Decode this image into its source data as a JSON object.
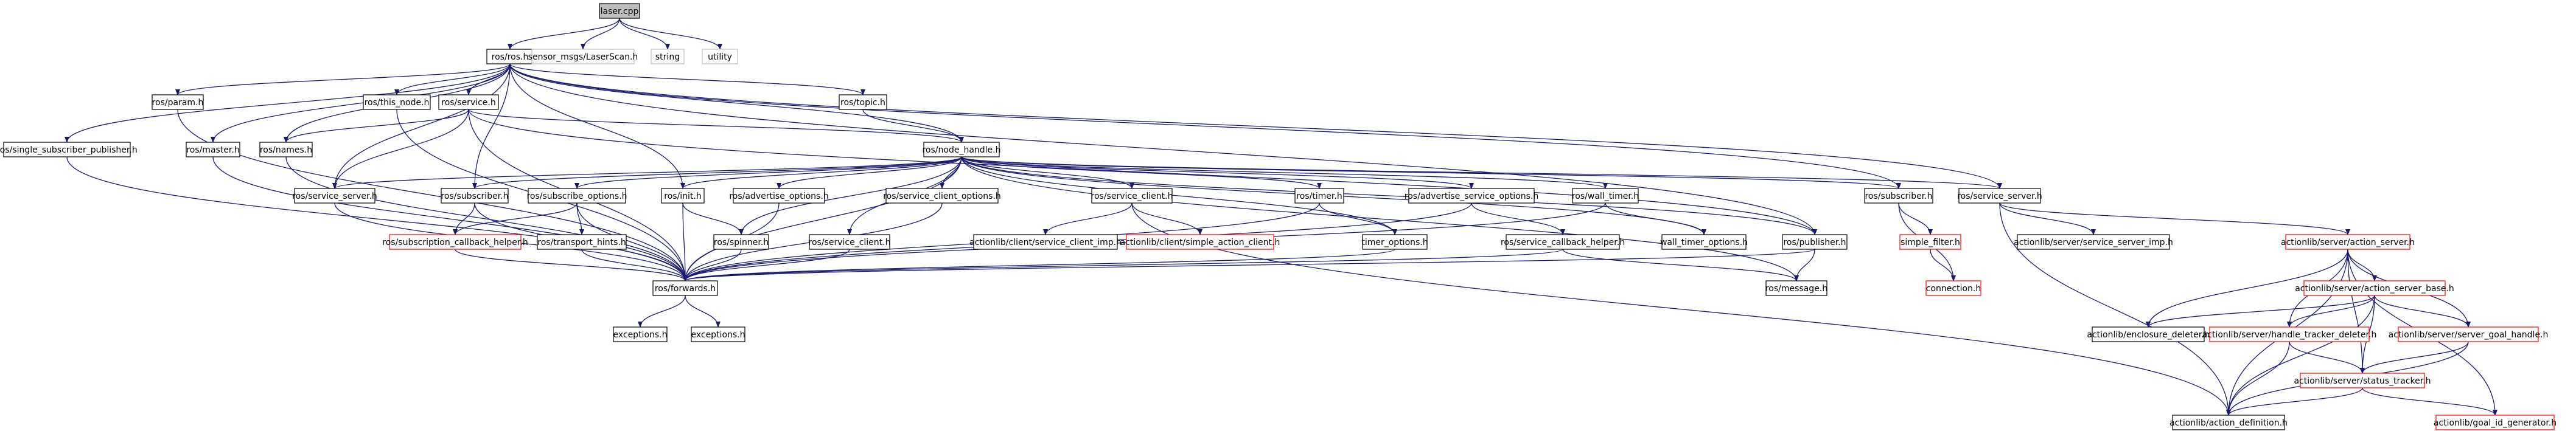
{
  "colors": {
    "edge": "#191970",
    "border_normal": "#000000",
    "border_truncated": "#ff0000",
    "border_plain": "#bfbfbf",
    "text": "#000000",
    "root_fill": "#bfbfbf",
    "fill": "#ffffff"
  },
  "nodes": [
    {
      "id": "laser_cpp",
      "label": "laser.cpp",
      "style": "root"
    },
    {
      "id": "ros_ros_h",
      "label": "ros/ros.h",
      "style": "normal"
    },
    {
      "id": "sensor_msgs_laserscan_h",
      "label": "sensor_msgs/LaserScan.h",
      "style": "plain"
    },
    {
      "id": "string",
      "label": "string",
      "style": "plain"
    },
    {
      "id": "utility",
      "label": "utility",
      "style": "plain"
    },
    {
      "id": "ros_single_subscriber_publisher_h",
      "label": "ros/single_subscriber_publisher.h",
      "style": "normal"
    },
    {
      "id": "ros_param_h",
      "label": "ros/param.h",
      "style": "normal"
    },
    {
      "id": "ros_master_h",
      "label": "ros/master.h",
      "style": "normal"
    },
    {
      "id": "ros_this_node_h",
      "label": "ros/this_node.h",
      "style": "normal"
    },
    {
      "id": "ros_service_h",
      "label": "ros/service.h",
      "style": "normal"
    },
    {
      "id": "ros_names_h",
      "label": "ros/names.h",
      "style": "normal"
    },
    {
      "id": "ros_topic_h",
      "label": "ros/topic.h",
      "style": "normal"
    },
    {
      "id": "ros_node_handle_h",
      "label": "ros/node_handle.h",
      "style": "normal"
    },
    {
      "id": "ros_service_server_h_a",
      "label": "ros/service_server.h",
      "style": "normal"
    },
    {
      "id": "ros_subscriber_h_a",
      "label": "ros/subscriber.h",
      "style": "normal"
    },
    {
      "id": "ros_subscribe_options_h",
      "label": "ros/subscribe_options.h",
      "style": "normal"
    },
    {
      "id": "ros_init_h",
      "label": "ros/init.h",
      "style": "normal"
    },
    {
      "id": "ros_advertise_options_h",
      "label": "ros/advertise_options.h",
      "style": "normal"
    },
    {
      "id": "ros_service_client_options_h",
      "label": "ros/service_client_options.h",
      "style": "normal"
    },
    {
      "id": "ros_service_client_h_a",
      "label": "ros/service_client.h",
      "style": "normal"
    },
    {
      "id": "ros_timer_h",
      "label": "ros/timer.h",
      "style": "normal"
    },
    {
      "id": "ros_advertise_service_options_h",
      "label": "ros/advertise_service_options.h",
      "style": "normal"
    },
    {
      "id": "ros_wall_timer_h",
      "label": "ros/wall_timer.h",
      "style": "normal"
    },
    {
      "id": "ros_subscriber_h_b",
      "label": "ros/subscriber.h",
      "style": "normal"
    },
    {
      "id": "ros_service_server_h_b",
      "label": "ros/service_server.h",
      "style": "normal"
    },
    {
      "id": "ros_subscription_callback_helper_h",
      "label": "ros/subscription_callback_helper.h",
      "style": "truncated"
    },
    {
      "id": "ros_transport_hints_h",
      "label": "ros/transport_hints.h",
      "style": "normal"
    },
    {
      "id": "ros_spinner_h",
      "label": "ros/spinner.h",
      "style": "normal"
    },
    {
      "id": "ros_service_client_h_b",
      "label": "ros/service_client.h",
      "style": "normal"
    },
    {
      "id": "actionlib_client_service_client_imp_h",
      "label": "actionlib/client/service_client_imp.h",
      "style": "normal"
    },
    {
      "id": "actionlib_client_simple_action_client_h",
      "label": "actionlib/client/simple_action_client.h",
      "style": "truncated"
    },
    {
      "id": "timer_options_h",
      "label": "timer_options.h",
      "style": "normal"
    },
    {
      "id": "ros_service_callback_helper_h",
      "label": "ros/service_callback_helper.h",
      "style": "normal"
    },
    {
      "id": "wall_timer_options_h",
      "label": "wall_timer_options.h",
      "style": "normal"
    },
    {
      "id": "ros_publisher_h",
      "label": "ros/publisher.h",
      "style": "normal"
    },
    {
      "id": "simple_filter_h",
      "label": "simple_filter.h",
      "style": "truncated"
    },
    {
      "id": "connection_h",
      "label": "connection.h",
      "style": "truncated"
    },
    {
      "id": "actionlib_server_service_server_imp_h",
      "label": "actionlib/server/service_server_imp.h",
      "style": "normal"
    },
    {
      "id": "actionlib_server_action_server_h",
      "label": "actionlib/server/action_server.h",
      "style": "truncated"
    },
    {
      "id": "actionlib_server_action_server_base_h",
      "label": "actionlib/server/action_server_base.h",
      "style": "truncated"
    },
    {
      "id": "actionlib_enclosure_deleter_h",
      "label": "actionlib/enclosure_deleter.h",
      "style": "normal"
    },
    {
      "id": "actionlib_server_handle_tracker_deleter_h",
      "label": "actionlib/server/handle_tracker_deleter.h",
      "style": "truncated"
    },
    {
      "id": "actionlib_server_server_goal_handle_h",
      "label": "actionlib/server/server_goal_handle.h",
      "style": "truncated"
    },
    {
      "id": "actionlib_server_status_tracker_h",
      "label": "actionlib/server/status_tracker.h",
      "style": "truncated"
    },
    {
      "id": "ros_forwards_h",
      "label": "ros/forwards.h",
      "style": "normal"
    },
    {
      "id": "ros_message_h",
      "label": "ros/message.h",
      "style": "normal"
    },
    {
      "id": "exceptions_h_a",
      "label": "exceptions.h",
      "style": "normal"
    },
    {
      "id": "exceptions_h_b",
      "label": "exceptions.h",
      "style": "normal"
    },
    {
      "id": "actionlib_action_definition_h",
      "label": "actionlib/action_definition.h",
      "style": "normal"
    },
    {
      "id": "actionlib_goal_id_generator_h",
      "label": "actionlib/goal_id_generator.h",
      "style": "truncated"
    }
  ],
  "edges": [
    [
      "laser_cpp",
      "ros_ros_h"
    ],
    [
      "laser_cpp",
      "sensor_msgs_laserscan_h"
    ],
    [
      "laser_cpp",
      "string"
    ],
    [
      "laser_cpp",
      "utility"
    ],
    [
      "ros_ros_h",
      "ros_single_subscriber_publisher_h"
    ],
    [
      "ros_ros_h",
      "ros_param_h"
    ],
    [
      "ros_ros_h",
      "ros_master_h"
    ],
    [
      "ros_ros_h",
      "ros_this_node_h"
    ],
    [
      "ros_ros_h",
      "ros_service_h"
    ],
    [
      "ros_ros_h",
      "ros_names_h"
    ],
    [
      "ros_ros_h",
      "ros_topic_h"
    ],
    [
      "ros_ros_h",
      "ros_node_handle_h"
    ],
    [
      "ros_ros_h",
      "ros_service_server_h_a"
    ],
    [
      "ros_ros_h",
      "ros_subscriber_h_a"
    ],
    [
      "ros_ros_h",
      "ros_init_h"
    ],
    [
      "ros_ros_h",
      "ros_subscriber_h_b"
    ],
    [
      "ros_ros_h",
      "ros_service_server_h_b"
    ],
    [
      "ros_ros_h",
      "ros_publisher_h"
    ],
    [
      "ros_single_subscriber_publisher_h",
      "ros_forwards_h"
    ],
    [
      "ros_param_h",
      "ros_forwards_h"
    ],
    [
      "ros_master_h",
      "ros_forwards_h"
    ],
    [
      "ros_this_node_h",
      "ros_forwards_h"
    ],
    [
      "ros_service_h",
      "ros_names_h"
    ],
    [
      "ros_service_h",
      "ros_node_handle_h"
    ],
    [
      "ros_service_h",
      "ros_service_server_h_a"
    ],
    [
      "ros_service_h",
      "ros_forwards_h"
    ],
    [
      "ros_service_h",
      "ros_publisher_h"
    ],
    [
      "ros_names_h",
      "ros_forwards_h"
    ],
    [
      "ros_topic_h",
      "ros_node_handle_h"
    ],
    [
      "ros_node_handle_h",
      "ros_service_server_h_a"
    ],
    [
      "ros_node_handle_h",
      "ros_subscriber_h_a"
    ],
    [
      "ros_node_handle_h",
      "ros_subscribe_options_h"
    ],
    [
      "ros_node_handle_h",
      "ros_init_h"
    ],
    [
      "ros_node_handle_h",
      "ros_spinner_h"
    ],
    [
      "ros_node_handle_h",
      "ros_advertise_options_h"
    ],
    [
      "ros_node_handle_h",
      "ros_service_client_h_b"
    ],
    [
      "ros_node_handle_h",
      "ros_service_client_options_h"
    ],
    [
      "ros_node_handle_h",
      "ros_service_client_h_a"
    ],
    [
      "ros_node_handle_h",
      "ros_timer_h"
    ],
    [
      "ros_node_handle_h",
      "timer_options_h"
    ],
    [
      "ros_node_handle_h",
      "ros_advertise_service_options_h"
    ],
    [
      "ros_node_handle_h",
      "ros_wall_timer_h"
    ],
    [
      "ros_node_handle_h",
      "wall_timer_options_h"
    ],
    [
      "ros_node_handle_h",
      "ros_publisher_h"
    ],
    [
      "ros_node_handle_h",
      "ros_message_h"
    ],
    [
      "ros_node_handle_h",
      "ros_subscriber_h_b"
    ],
    [
      "ros_node_handle_h",
      "ros_service_server_h_b"
    ],
    [
      "ros_node_handle_h",
      "ros_forwards_h"
    ],
    [
      "ros_service_server_h_a",
      "ros_forwards_h"
    ],
    [
      "ros_subscriber_h_a",
      "ros_forwards_h"
    ],
    [
      "ros_subscriber_h_a",
      "ros_subscription_callback_helper_h"
    ],
    [
      "ros_subscribe_options_h",
      "ros_subscription_callback_helper_h"
    ],
    [
      "ros_subscribe_options_h",
      "ros_transport_hints_h"
    ],
    [
      "ros_subscribe_options_h",
      "ros_forwards_h"
    ],
    [
      "ros_init_h",
      "ros_spinner_h"
    ],
    [
      "ros_init_h",
      "ros_forwards_h"
    ],
    [
      "ros_advertise_options_h",
      "ros_forwards_h"
    ],
    [
      "ros_service_client_options_h",
      "ros_forwards_h"
    ],
    [
      "ros_service_client_h_a",
      "actionlib_client_service_client_imp_h"
    ],
    [
      "ros_service_client_h_a",
      "actionlib_client_simple_action_client_h"
    ],
    [
      "ros_service_client_h_a",
      "actionlib_action_definition_h"
    ],
    [
      "ros_timer_h",
      "timer_options_h"
    ],
    [
      "ros_timer_h",
      "ros_forwards_h"
    ],
    [
      "timer_options_h",
      "ros_forwards_h"
    ],
    [
      "ros_advertise_service_options_h",
      "ros_service_callback_helper_h"
    ],
    [
      "ros_advertise_service_options_h",
      "ros_forwards_h"
    ],
    [
      "ros_wall_timer_h",
      "wall_timer_options_h"
    ],
    [
      "ros_wall_timer_h",
      "ros_forwards_h"
    ],
    [
      "ros_service_callback_helper_h",
      "ros_forwards_h"
    ],
    [
      "ros_service_callback_helper_h",
      "ros_message_h"
    ],
    [
      "ros_publisher_h",
      "ros_message_h"
    ],
    [
      "ros_publisher_h",
      "ros_forwards_h"
    ],
    [
      "ros_service_client_h_b",
      "ros_forwards_h"
    ],
    [
      "ros_transport_hints_h",
      "ros_forwards_h"
    ],
    [
      "ros_spinner_h",
      "ros_forwards_h"
    ],
    [
      "ros_subscription_callback_helper_h",
      "ros_forwards_h"
    ],
    [
      "ros_subscriber_h_b",
      "simple_filter_h"
    ],
    [
      "ros_subscriber_h_b",
      "connection_h"
    ],
    [
      "simple_filter_h",
      "connection_h"
    ],
    [
      "ros_service_server_h_b",
      "actionlib_server_service_server_imp_h"
    ],
    [
      "ros_service_server_h_b",
      "actionlib_server_action_server_h"
    ],
    [
      "ros_service_server_h_b",
      "actionlib_action_definition_h"
    ],
    [
      "actionlib_server_action_server_h",
      "actionlib_server_action_server_base_h"
    ],
    [
      "actionlib_server_action_server_h",
      "actionlib_enclosure_deleter_h"
    ],
    [
      "actionlib_server_action_server_h",
      "actionlib_server_handle_tracker_deleter_h"
    ],
    [
      "actionlib_server_action_server_h",
      "actionlib_server_server_goal_handle_h"
    ],
    [
      "actionlib_server_action_server_h",
      "actionlib_server_status_tracker_h"
    ],
    [
      "actionlib_server_action_server_h",
      "actionlib_action_definition_h"
    ],
    [
      "actionlib_server_action_server_h",
      "actionlib_goal_id_generator_h"
    ],
    [
      "actionlib_server_action_server_base_h",
      "actionlib_enclosure_deleter_h"
    ],
    [
      "actionlib_server_action_server_base_h",
      "actionlib_server_handle_tracker_deleter_h"
    ],
    [
      "actionlib_server_action_server_base_h",
      "actionlib_server_server_goal_handle_h"
    ],
    [
      "actionlib_server_action_server_base_h",
      "actionlib_server_status_tracker_h"
    ],
    [
      "actionlib_server_action_server_base_h",
      "actionlib_action_definition_h"
    ],
    [
      "actionlib_server_handle_tracker_deleter_h",
      "actionlib_server_status_tracker_h"
    ],
    [
      "actionlib_server_handle_tracker_deleter_h",
      "actionlib_action_definition_h"
    ],
    [
      "actionlib_server_server_goal_handle_h",
      "actionlib_server_status_tracker_h"
    ],
    [
      "actionlib_server_server_goal_handle_h",
      "actionlib_action_definition_h"
    ],
    [
      "actionlib_server_status_tracker_h",
      "actionlib_goal_id_generator_h"
    ],
    [
      "actionlib_server_status_tracker_h",
      "actionlib_action_definition_h"
    ],
    [
      "ros_forwards_h",
      "exceptions_h_a"
    ],
    [
      "ros_forwards_h",
      "exceptions_h_b"
    ]
  ]
}
